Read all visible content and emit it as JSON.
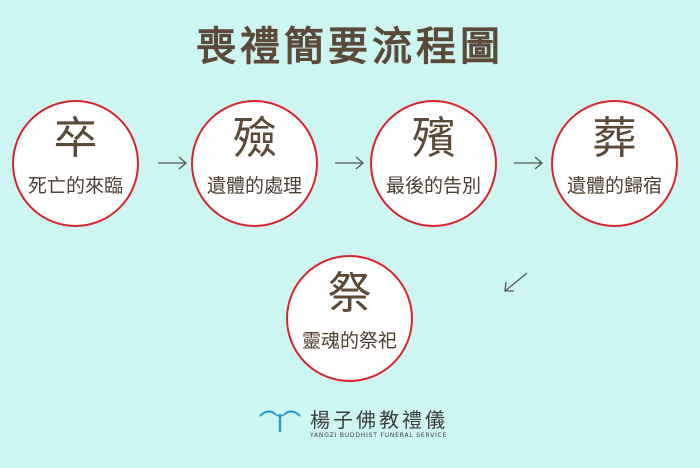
{
  "title": "喪禮簡要流程圖",
  "steps": [
    {
      "char": "卒",
      "label": "死亡的來臨"
    },
    {
      "char": "殮",
      "label": "遺體的處理"
    },
    {
      "char": "殯",
      "label": "最後的告別"
    },
    {
      "char": "葬",
      "label": "遺體的歸宿"
    },
    {
      "char": "祭",
      "label": "靈魂的祭祀"
    }
  ],
  "logo": {
    "name": "楊子佛教禮儀",
    "subtitle": "YANGZI BUDDHIST FUNERAL SERVICE",
    "icon": "lotus-icon"
  },
  "colors": {
    "background": "#cdf5f2",
    "circle_border": "#d8252b",
    "text": "#5b4a38"
  }
}
